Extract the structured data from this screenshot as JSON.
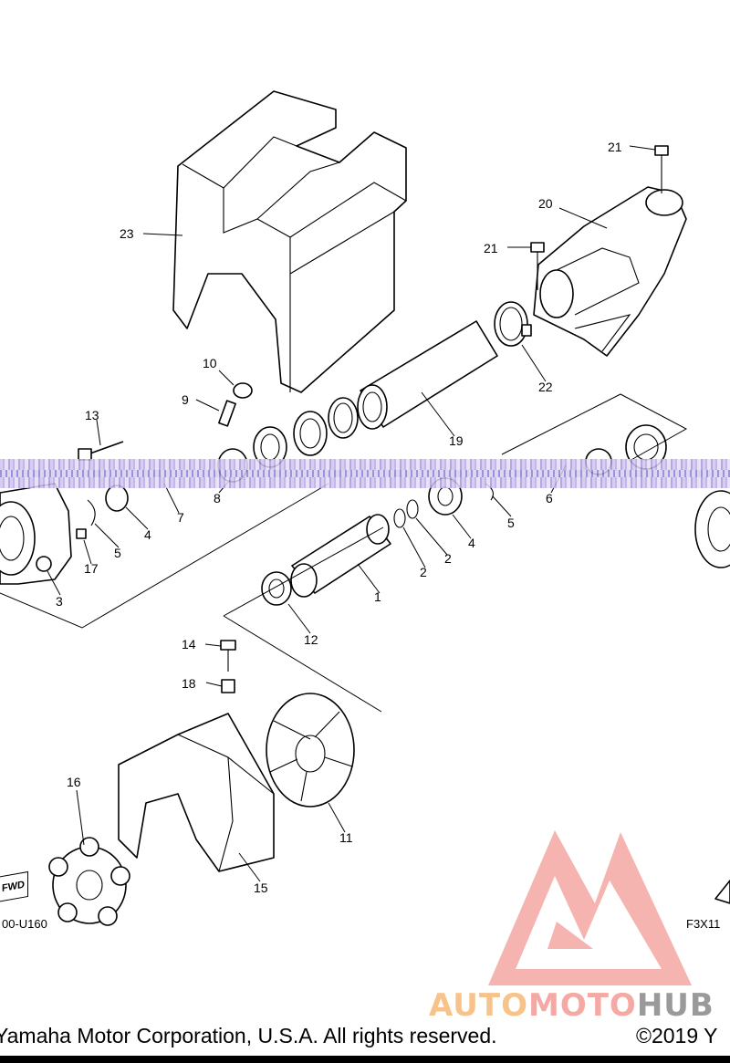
{
  "callouts": [
    "1",
    "2",
    "2",
    "3",
    "4",
    "4",
    "5",
    "5",
    "6",
    "7",
    "8",
    "9",
    "10",
    "11",
    "12",
    "13",
    "14",
    "15",
    "16",
    "17",
    "18",
    "19",
    "20",
    "21",
    "21",
    "22",
    "23"
  ],
  "footer": {
    "copyright_left": "Yamaha Motor Corporation, U.S.A. All rights reserved.",
    "copyright_right": "©2019 Y"
  },
  "codes": {
    "left": "00-U160",
    "right": "F3X11"
  },
  "fwd_label": "FWD",
  "watermark": {
    "part_a": "AUTO",
    "part_b": "MOTO",
    "part_c": "HUB"
  },
  "colors": {
    "line": "#000000",
    "watermark_logo": "#f29b95",
    "watermark_auto": "#f7c38a",
    "watermark_moto": "#f4a9a4",
    "watermark_hub": "#9a9a9a",
    "scan_band": "#b9abe6"
  }
}
